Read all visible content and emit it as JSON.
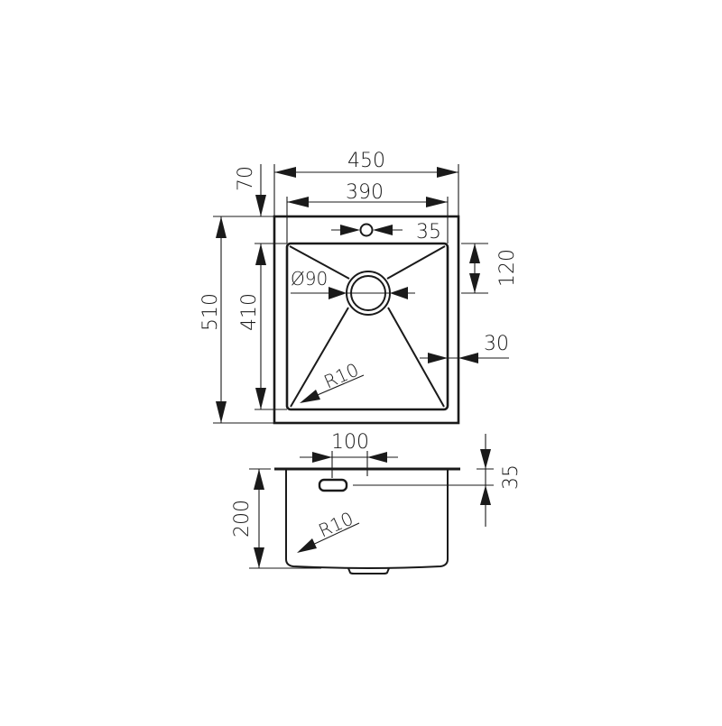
{
  "drawing": {
    "subject": "Kitchen sink technical dimension drawing",
    "stroke_color": "#1a1a1a",
    "background": "#ffffff",
    "top_view": {
      "dimensions": {
        "overall_width": "450",
        "bowl_width": "390",
        "top_offset": "70",
        "overall_depth": "510",
        "bowl_depth": "410",
        "tap_hole": "35",
        "drain_diameter": "Ø90",
        "drain_offset": "120",
        "side_flange": "30",
        "corner_radius": "R10"
      }
    },
    "side_view": {
      "dimensions": {
        "overflow_offset": "100",
        "overflow_height": "35",
        "bowl_height": "200",
        "corner_radius": "R10"
      }
    }
  }
}
